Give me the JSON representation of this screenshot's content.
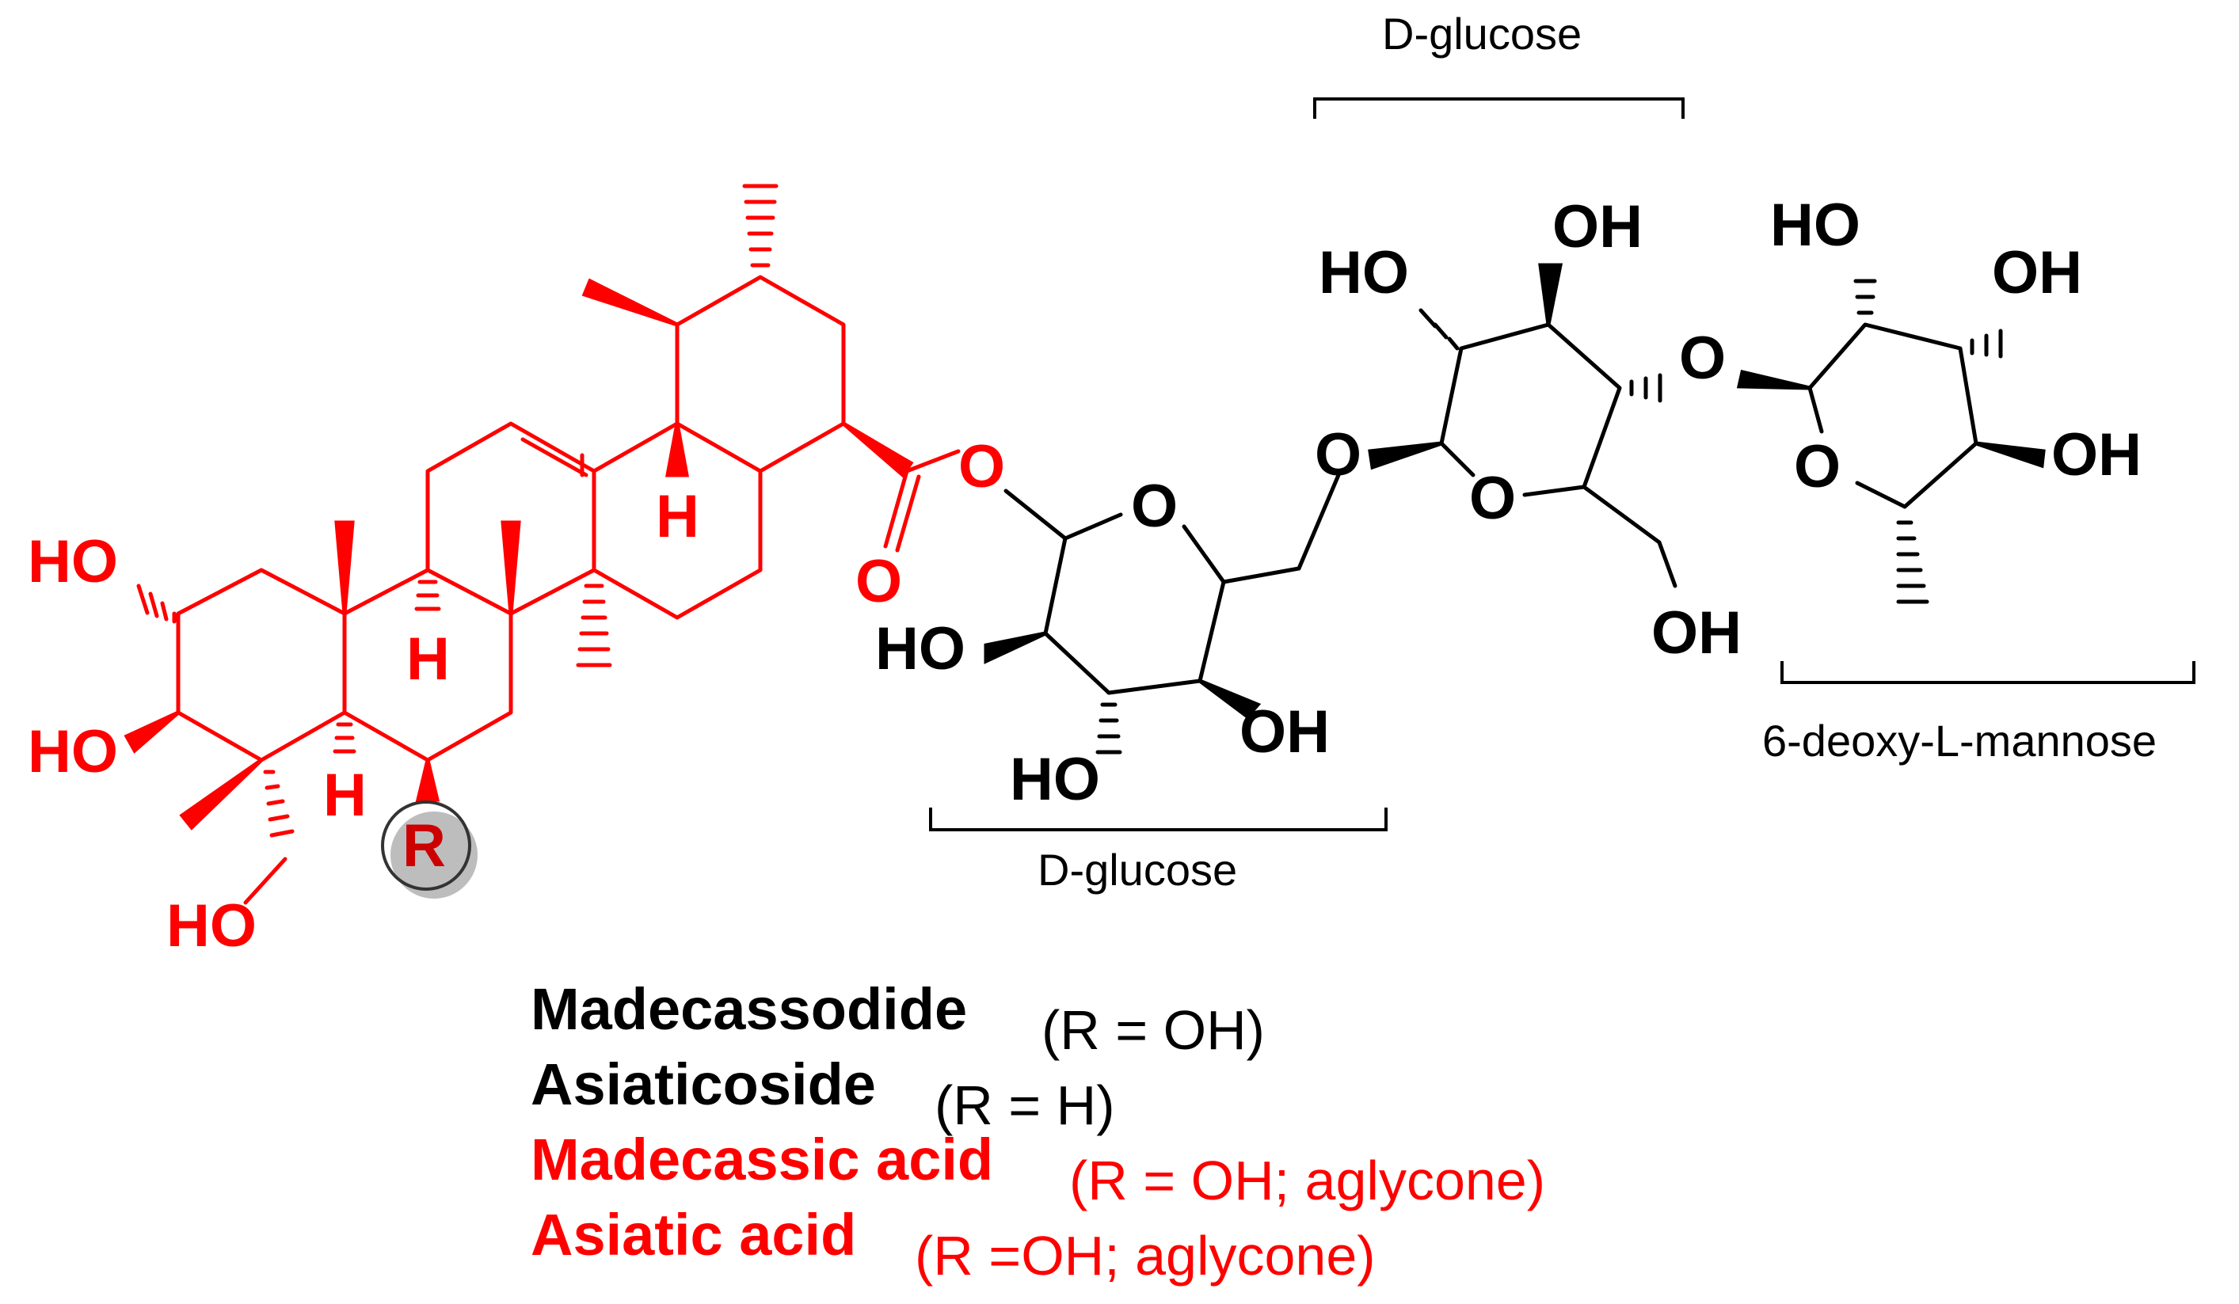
{
  "colors": {
    "aglycone": "#ff0000",
    "sugar": "#000000",
    "r_circle_fill": "#bdbdbd"
  },
  "aglycone_atoms": {
    "ho_2": "HO",
    "ho_3": "HO",
    "ho_23": "HO",
    "h_5": "H",
    "h_9": "H",
    "h_18": "H",
    "r_group": "R",
    "o_ester_single": "O",
    "o_ester_double": "O"
  },
  "sugar1_atoms": {
    "ring_o": "O",
    "oh_2": "HO",
    "oh_3": "HO",
    "oh_4": "OH",
    "link_o": "O"
  },
  "sugar2_atoms": {
    "ring_o": "O",
    "ho_2": "HO",
    "oh_3": "OH",
    "oh_6": "OH",
    "link_o": "O"
  },
  "sugar3_atoms": {
    "ring_o": "O",
    "ho_2": "HO",
    "oh_3": "OH",
    "oh_4": "OH"
  },
  "sugar_labels": {
    "top": "D-glucose",
    "bottom": "D-glucose",
    "right": "6-deoxy-L-mannose"
  },
  "compounds": [
    {
      "name": "Madecassodide",
      "condition": "(R = OH)",
      "color": "#000000"
    },
    {
      "name": "Asiaticoside",
      "condition": "(R = H)",
      "color": "#000000"
    },
    {
      "name": "Madecassic acid",
      "condition": "(R = OH; aglycone)",
      "color": "#ff0000"
    },
    {
      "name": "Asiatic acid",
      "condition": "(R =OH; aglycone)",
      "color": "#ff0000"
    }
  ]
}
